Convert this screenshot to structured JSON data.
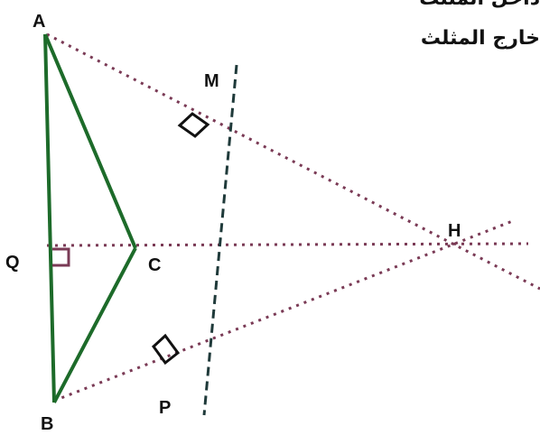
{
  "header_text": {
    "line1": "داخل المثلث",
    "line2": "خارج المثلث"
  },
  "points": {
    "A": "A",
    "B": "B",
    "C": "C",
    "H": "H",
    "M": "M",
    "P": "P",
    "Q": "Q"
  },
  "colors": {
    "triangle": "#1d6b2a",
    "perpendicular": "#7a3a55",
    "bisector_line": "#1f3a3a",
    "labels": "#111111"
  }
}
